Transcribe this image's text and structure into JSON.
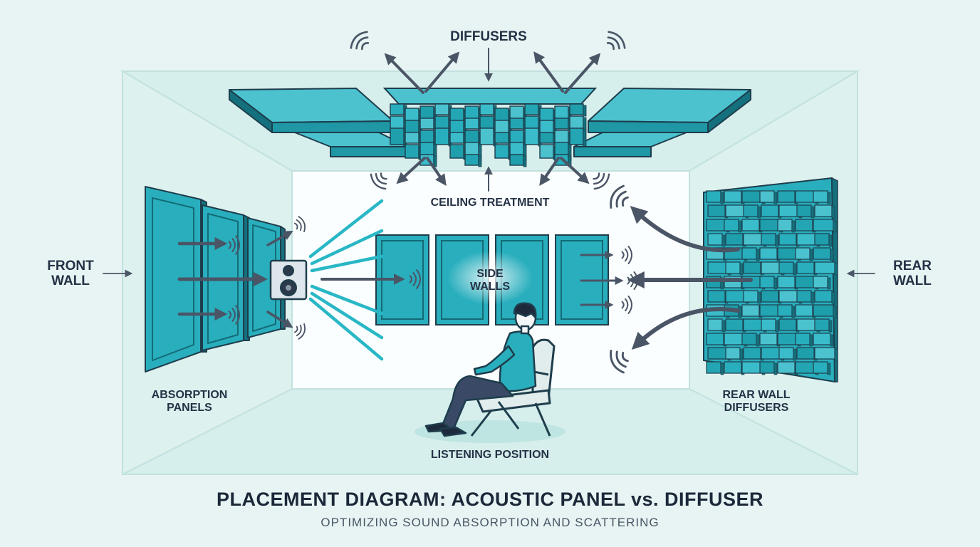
{
  "labels": {
    "diffusers": "DIFFUSERS",
    "ceiling_treatment": "CEILING TREATMENT",
    "front_wall": [
      "FRONT",
      "WALL"
    ],
    "rear_wall": [
      "REAR",
      "WALL"
    ],
    "side_walls": [
      "SIDE",
      "WALLS"
    ],
    "absorption_panels": [
      "ABSORPTION",
      "PANELS"
    ],
    "rear_wall_diffusers": [
      "REAR WALL",
      "DIFFUSERS"
    ],
    "listening_position": "LISTENING POSITION"
  },
  "title": "PLACEMENT DIAGRAM: ACOUSTIC PANEL vs. DIFFUSER",
  "subtitle": "OPTIMIZING SOUND ABSORPTION AND SCATTERING",
  "colors": {
    "background": "#e8f4f3",
    "panel": "#29aebd",
    "panel_dark": "#14707c",
    "outline": "#1e3d4c",
    "arrow": "#4a5566",
    "text": "#253246"
  }
}
